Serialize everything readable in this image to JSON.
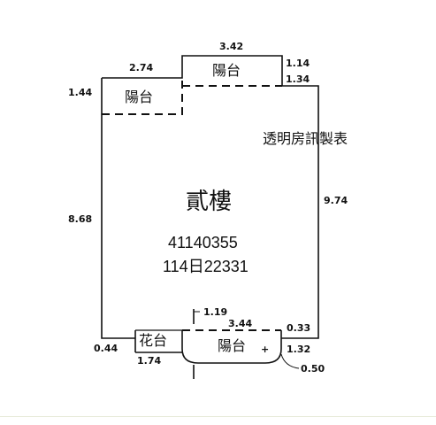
{
  "floor_label": "貳樓",
  "plan_id": "41140355",
  "plan_date_code": "114日22331",
  "watermark": "透明房訊製表",
  "rooms": {
    "balcony_top": "陽台",
    "balcony_left": "陽台",
    "balcony_bottom": "陽台",
    "flower_bed": "花台"
  },
  "dimensions": {
    "top_balcony_width": "3.42",
    "top_balcony_depth": "1.14",
    "right_step": "1.34",
    "left_balcony_width": "2.74",
    "left_balcony_depth": "1.44",
    "main_left_height": "8.68",
    "main_right_height": "9.74",
    "bottom_notch": "1.19",
    "bottom_balcony_width": "3.44",
    "bottom_right_step": "0.33",
    "bottom_right_depth": "1.32",
    "flower_depth": "0.44",
    "flower_width": "1.74",
    "corner_radius": "0.50"
  },
  "colors": {
    "line": "#111111",
    "background": "#ffffff",
    "footer_rule": "#e6ead8"
  }
}
